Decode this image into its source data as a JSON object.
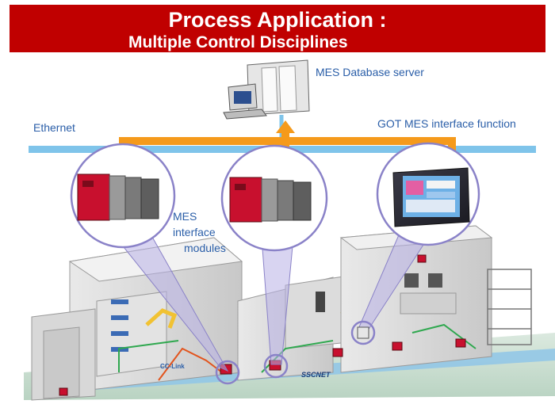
{
  "title": {
    "line1": "Process Application  :",
    "line2": "Multiple Control Disciplines"
  },
  "labels": {
    "server": "MES Database server",
    "ethernet": "Ethernet",
    "got": "GOT MES interface function",
    "mes_modules": [
      "MES",
      "interface",
      "modules"
    ],
    "cclink": "CC-Link",
    "sscnet": "SSCNET"
  },
  "colors": {
    "title_bg": "#c00000",
    "ethernet": "#7fc4ea",
    "orange_link": "#f59a1b",
    "label_text": "#2a5ea8",
    "plc_red": "#c8102e",
    "bubble_border": "#8a82c8"
  }
}
